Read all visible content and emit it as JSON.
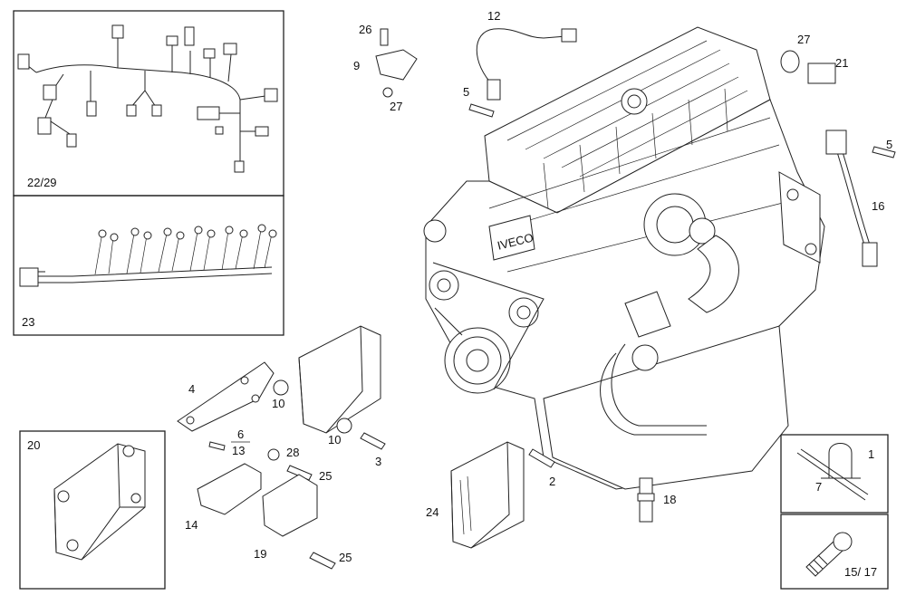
{
  "brand_plate": "IVECO",
  "callouts": {
    "c1": "1",
    "c2": "2",
    "c3": "3",
    "c4": "4",
    "c5a": "5",
    "c5b": "5",
    "c6": "6",
    "c7": "7",
    "c9": "9",
    "c10a": "10",
    "c10b": "10",
    "c12": "12",
    "c13": "13",
    "c14": "14",
    "c15_17": "15/ 17",
    "c16": "16",
    "c18": "18",
    "c19": "19",
    "c20": "20",
    "c21": "21",
    "c22_29": "22/29",
    "c23": "23",
    "c24": "24",
    "c25a": "25",
    "c25b": "25",
    "c26": "26",
    "c27a": "27",
    "c27b": "27",
    "c28": "28"
  }
}
